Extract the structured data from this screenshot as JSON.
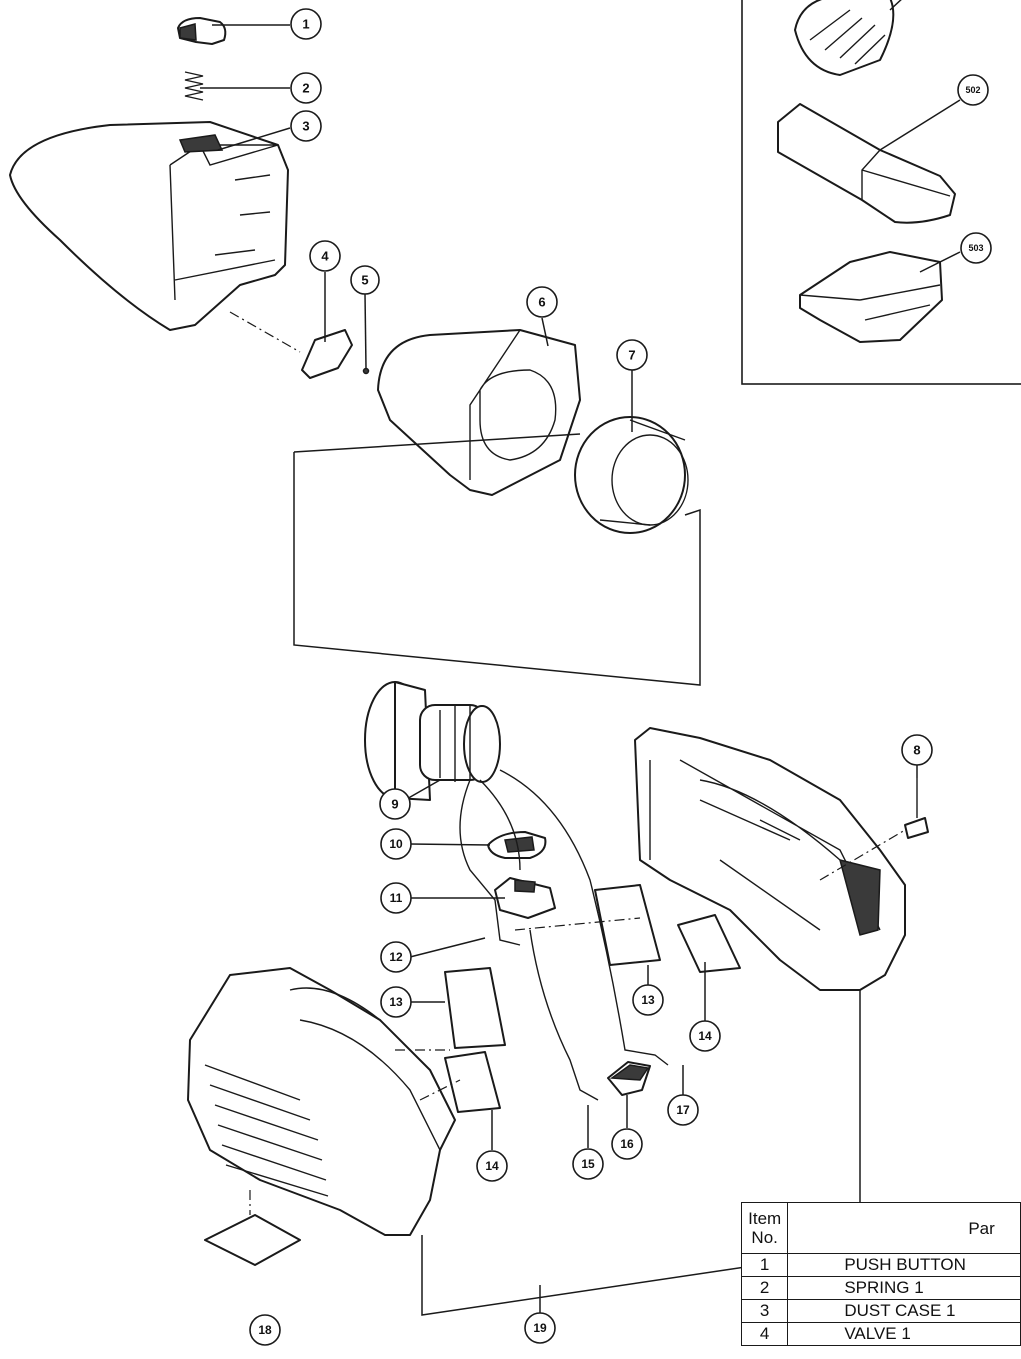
{
  "callouts": [
    "1",
    "2",
    "3",
    "4",
    "5",
    "6",
    "7",
    "8",
    "9",
    "10",
    "11",
    "12",
    "13",
    "13",
    "14",
    "14",
    "15",
    "16",
    "17",
    "18",
    "19"
  ],
  "inset": {
    "callouts": [
      "502",
      "503"
    ]
  },
  "table": {
    "header_item": "Item\nNo.",
    "header_part": "Par",
    "rows": [
      {
        "item": "1",
        "part": "PUSH BUTTON"
      },
      {
        "item": "2",
        "part": "SPRING 1"
      },
      {
        "item": "3",
        "part": "DUST CASE 1"
      },
      {
        "item": "4",
        "part": "VALVE 1"
      }
    ]
  }
}
